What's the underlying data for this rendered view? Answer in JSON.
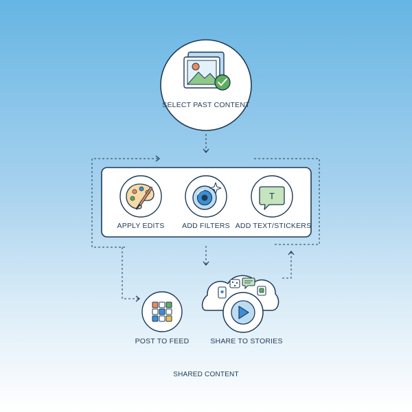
{
  "steps": {
    "select": "SELECT PAST CONTENT",
    "apply_edits": "APPLY EDITS",
    "add_filters": "ADD FILTERS",
    "add_text_stickers": "ADD TEXT/STICKERS",
    "post_to_feed": "POST TO FEED",
    "share_to_stories": "SHARE TO STORIES"
  },
  "footer": "SHARED CONTENT",
  "sticker_letter": "T",
  "icons": {
    "select": "image-gallery-check-icon",
    "apply_edits": "palette-brush-icon",
    "add_filters": "lens-sparkle-icon",
    "add_text_stickers": "text-bubble-icon",
    "post_to_feed": "grid-feed-icon",
    "share_to_stories": "cloud-play-icon"
  },
  "colors": {
    "stroke": "#1e3a55",
    "green": "#5fae5b",
    "green_light": "#c6e4bd",
    "blue": "#3b8fd6",
    "blue_light": "#bcdcf4",
    "orange": "#ef8a5a",
    "yellow": "#f2c14a"
  }
}
